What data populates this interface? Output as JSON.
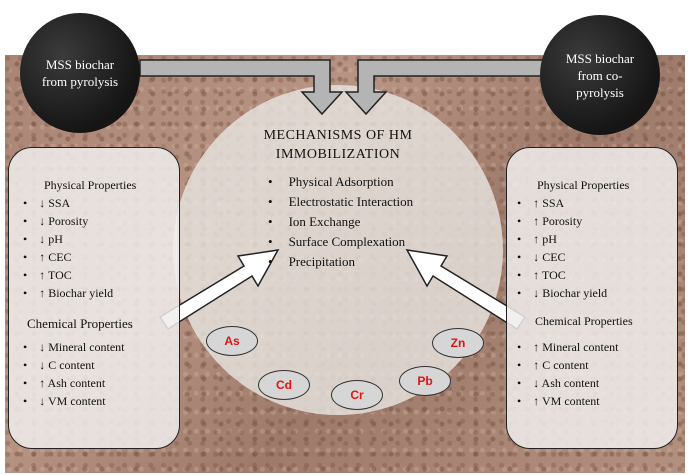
{
  "source_circles": {
    "left": "MSS biochar from pyrolysis",
    "right": "MSS biochar from co-pyrolysis"
  },
  "mechanisms": {
    "title": "MECHANISMS OF HM IMMOBILIZATION",
    "items": [
      "Physical Adsorption",
      "Electrostatic Interaction",
      "Ion Exchange",
      "Surface Complexation",
      "Precipitation"
    ]
  },
  "left_panel": {
    "physical_heading": "Physical Properties",
    "physical": [
      "↓ SSA",
      "↓ Porosity",
      "↓ pH",
      "↑ CEC",
      "↑ TOC",
      "↑ Biochar yield"
    ],
    "chemical_heading": "Chemical Properties",
    "chemical": [
      "↓ Mineral content",
      "↓ C content",
      "↑ Ash content",
      "↓ VM content"
    ]
  },
  "right_panel": {
    "physical_heading": "Physical Properties",
    "physical": [
      "↑ SSA",
      "↑ Porosity",
      "↑ pH",
      "↓ CEC",
      "↑ TOC",
      "↓ Biochar yield"
    ],
    "chemical_heading": "Chemical Properties",
    "chemical": [
      "↑ Mineral content",
      "↑ C content",
      "↓ Ash content",
      "↑ VM content"
    ]
  },
  "heavy_metals": [
    "As",
    "Zn",
    "Cd",
    "Cr",
    "Pb"
  ],
  "bullet": "•"
}
